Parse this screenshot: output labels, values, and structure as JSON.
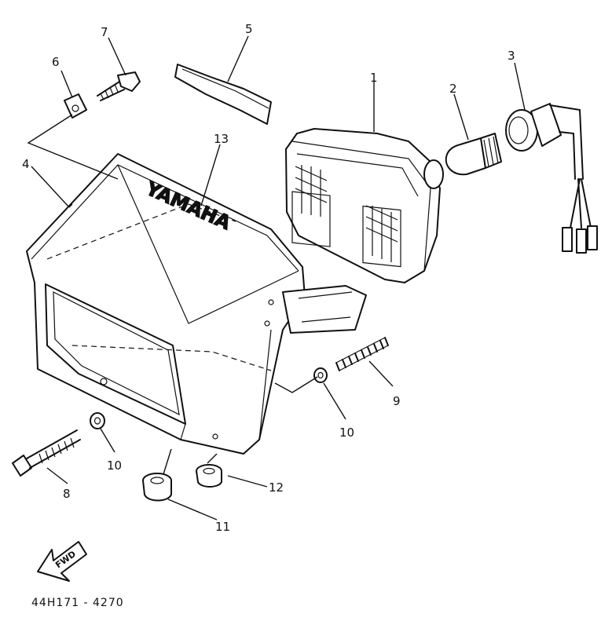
{
  "diagram": {
    "brand_text": "YAMAHA",
    "fwd_text": "FWD",
    "part_code": "44H171 - 4270",
    "callouts": {
      "c1": "1",
      "c2": "2",
      "c3": "3",
      "c4": "4",
      "c5": "5",
      "c6": "6",
      "c7": "7",
      "c8": "8",
      "c9": "9",
      "c10a": "10",
      "c10b": "10",
      "c11": "11",
      "c12": "12",
      "c13": "13"
    }
  }
}
